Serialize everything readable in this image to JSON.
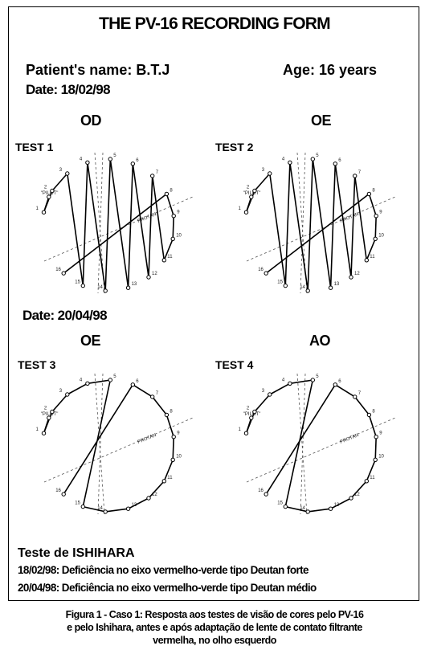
{
  "form": {
    "title": "THE PV-16 RECORDING FORM",
    "patient_label": "Patient's name: B.T.J",
    "age_label": "Age: 16 years",
    "date1": "Date: 18/02/98",
    "date2": "Date: 20/04/98"
  },
  "tests": [
    {
      "eye": "OD",
      "label": "TEST 1",
      "pilot": "\"PILOT\"",
      "axis": "PROTAN",
      "sequence": [
        1,
        2,
        3,
        4,
        5,
        6,
        7,
        8,
        9,
        10,
        11,
        12,
        13,
        14,
        15,
        16
      ]
    },
    {
      "eye": "OE",
      "label": "TEST 2",
      "pilot": "\"PILOT\"",
      "axis": "PROTAN",
      "sequence": [
        1,
        2,
        3,
        4,
        5,
        6,
        7,
        8,
        9,
        10,
        11,
        12,
        13,
        14,
        15,
        16
      ]
    },
    {
      "eye": "OE",
      "label": "TEST 3",
      "pilot": "\"PILOT\"",
      "axis": "PROTAN",
      "sequence": [
        1,
        2,
        3,
        4,
        5,
        6,
        7,
        8,
        9,
        10,
        11,
        12,
        13,
        14,
        15,
        16
      ]
    },
    {
      "eye": "AO",
      "label": "TEST 4",
      "pilot": "\"PILOT\"",
      "axis": "PROTAN",
      "sequence": [
        1,
        2,
        3,
        4,
        5,
        6,
        7,
        8,
        9,
        10,
        11,
        12,
        13,
        14,
        15,
        16
      ]
    }
  ],
  "ishihara": {
    "title": "Teste de ISHIHARA",
    "line1": "18/02/98: Deficiência no eixo vermelho-verde tipo Deutan forte",
    "line2": "20/04/98: Deficiência no eixo vermelho-verde tipo Deutan médio"
  },
  "caption": {
    "line1": "Figura 1 - Caso 1: Resposta aos testes de visão de cores pelo PV-16",
    "line2": "e pelo Ishihara, antes e após adaptação de lente de contato filtrante",
    "line3": "vermelha, no olho esquerdo"
  }
}
